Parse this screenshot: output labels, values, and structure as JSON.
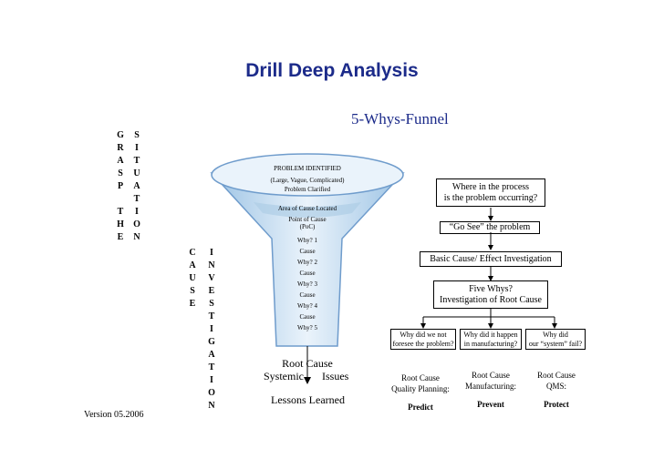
{
  "title": "Drill Deep Analysis",
  "subtitle": "5-Whys-Funnel",
  "left_columns": {
    "grasp_the": [
      "G",
      "R",
      "A",
      "S",
      "P",
      "",
      "T",
      "H",
      "E"
    ],
    "situation": [
      "S",
      "I",
      "T",
      "U",
      "A",
      "T",
      "I",
      "O",
      "N"
    ],
    "cause": [
      "C",
      "A",
      "U",
      "S",
      "E"
    ],
    "investigation": [
      "I",
      "N",
      "V",
      "E",
      "S",
      "T",
      "I",
      "G",
      "A",
      "T",
      "I",
      "O",
      "N"
    ]
  },
  "funnel": {
    "line1": "PROBLEM   IDENTIFIED",
    "line2": "(Large,   Vague,   Complicated)",
    "line3": "Problem   Clarified",
    "line4": "Area of Cause Located",
    "poc1": "Point of Cause",
    "poc2": "(PoC)",
    "whys": [
      "Why? 1",
      "Cause",
      "Why? 2",
      "Cause",
      "Why? 3",
      "Cause",
      "Why? 4",
      "Cause",
      "Why? 5"
    ],
    "root_cause": "Root  Cause",
    "systemic": "Systemic",
    "issues": "Issues",
    "lessons": "Lessons Learned"
  },
  "flow": {
    "where1": "Where in the process",
    "where2": "is the problem occurring?",
    "gosee": "“Go See” the problem",
    "basic": "Basic Cause/ Effect Investigation",
    "fivewhys1": "Five Whys?",
    "fivewhys2": "Investigation of Root Cause",
    "q1a": "Why did we not",
    "q1b": "foresee the problem?",
    "q2a": "Why did it happen",
    "q2b": "in manufacturing?",
    "q3a": "Why did",
    "q3b": "our “system” fail?",
    "rc1a": "Root Cause",
    "rc1b": "Quality Planning:",
    "rc1c": "Predict",
    "rc2a": "Root Cause",
    "rc2b": "Manufacturing:",
    "rc2c": "Prevent",
    "rc3a": "Root Cause",
    "rc3b": "QMS:",
    "rc3c": "Protect"
  },
  "version": "Version 05.2006",
  "colors": {
    "title": "#1c2b8a",
    "funnel_light": "#eaf3fb",
    "funnel_band": "#aecde6",
    "funnel_stroke": "#6f9ccc"
  }
}
